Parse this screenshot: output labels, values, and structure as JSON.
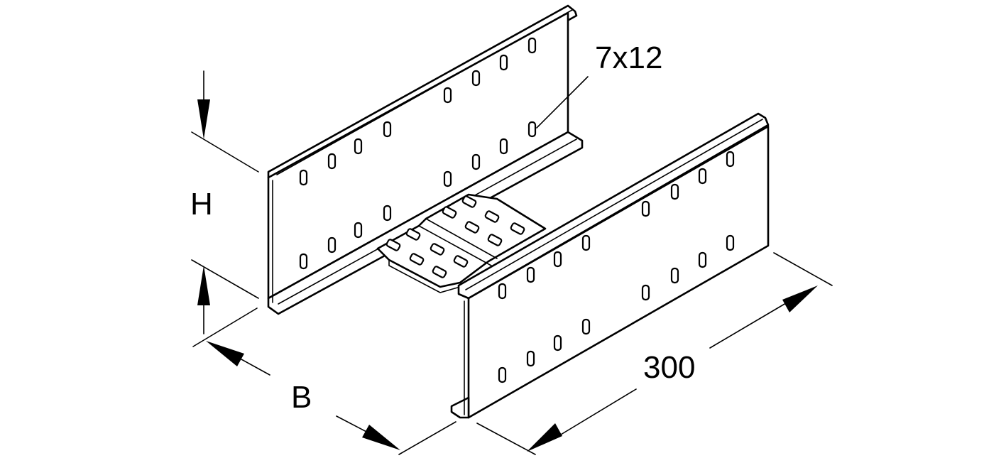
{
  "labels": {
    "hole_size": "7x12",
    "height": "H",
    "width": "B",
    "length": "300"
  }
}
